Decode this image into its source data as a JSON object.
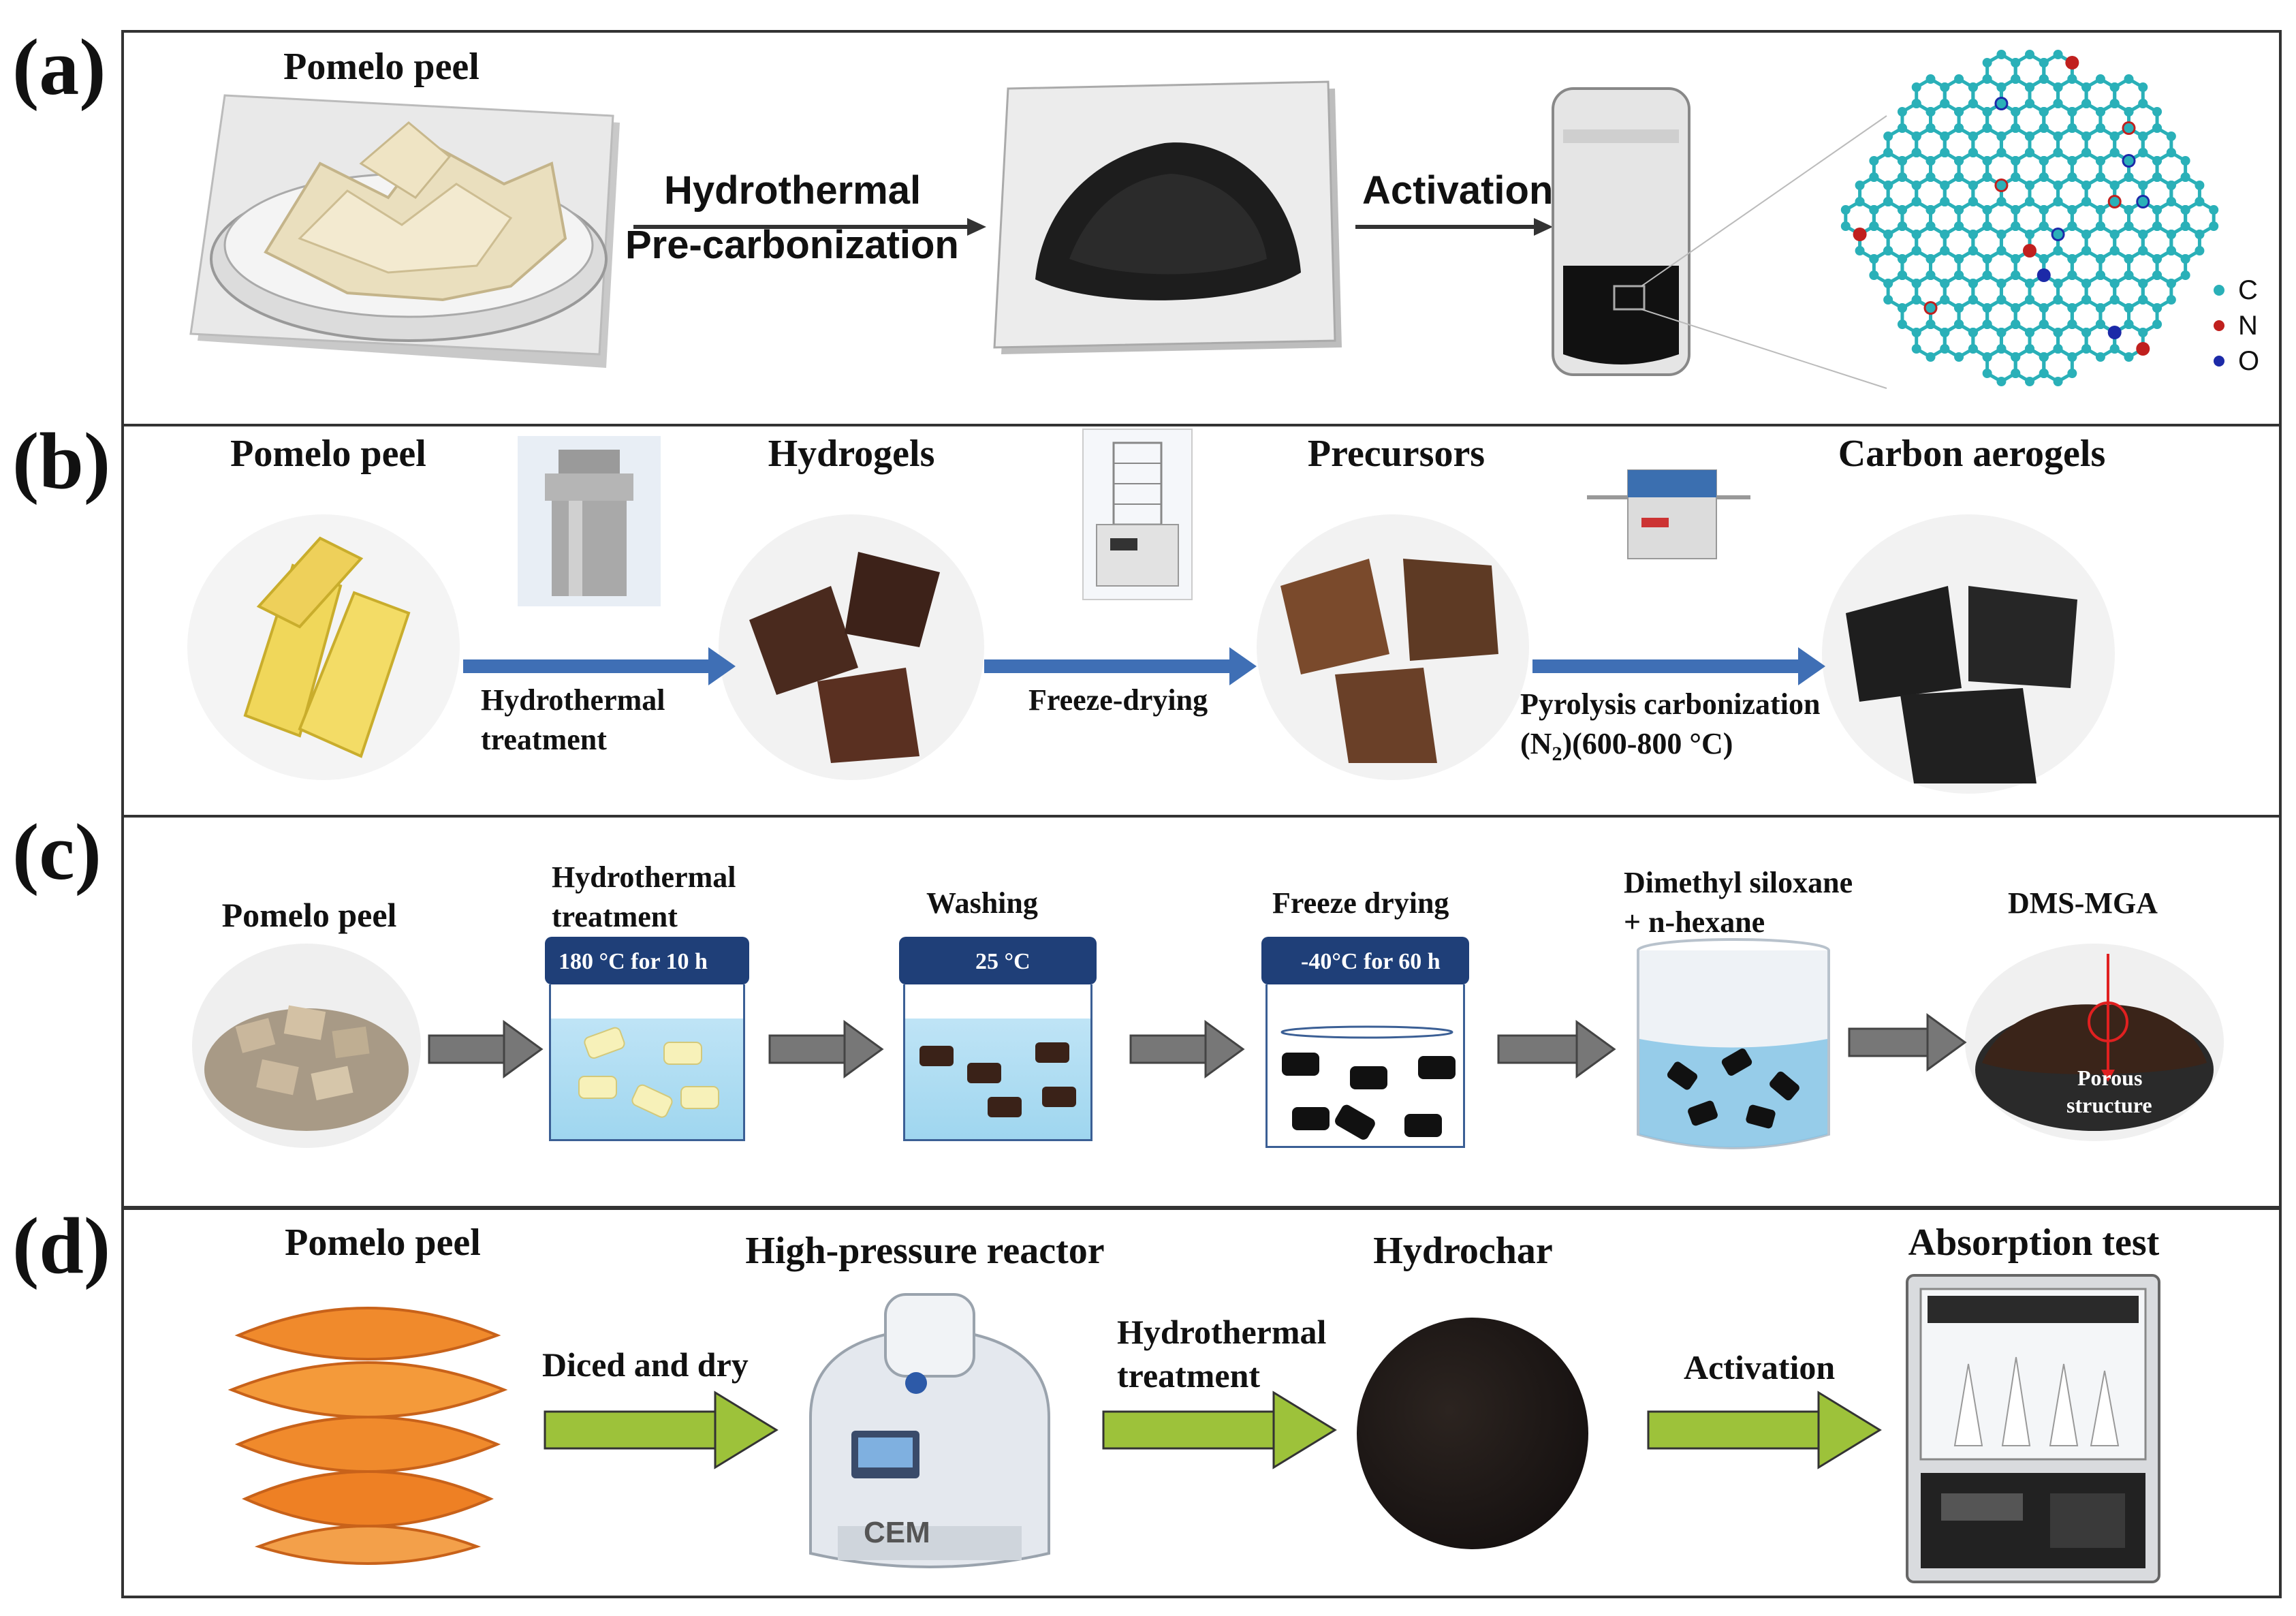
{
  "panels": {
    "a": {
      "label": "(a)",
      "pomelo_title": "Pomelo peel",
      "arrow1_line1": "Hydrothermal",
      "arrow1_line2": "Pre-carbonization",
      "arrow2_label": "Activation",
      "legend": [
        {
          "symbol": "C",
          "color": "#2ab0b8"
        },
        {
          "symbol": "N",
          "color": "#c0201e"
        },
        {
          "symbol": "O",
          "color": "#1c2aa8"
        }
      ]
    },
    "b": {
      "label": "(b)",
      "titles": [
        "Pomelo peel",
        "Hydrogels",
        "Precursors",
        "Carbon aerogels"
      ],
      "step1_line1": "Hydrothermal",
      "step1_line2": "treatment",
      "step2": "Freeze-drying",
      "step3_line1": "Pyrolysis carbonization",
      "step3_line2_a": "(N",
      "step3_line2_sub": "2",
      "step3_line2_b": ")(600-800 °C)"
    },
    "c": {
      "label": "(c)",
      "pomelo_title": "Pomelo peel",
      "hydro_line1": "Hydrothermal",
      "hydro_line2": "treatment",
      "hydro_lid": "180 °C  for 10 h",
      "washing": "Washing",
      "washing_lid": "25 °C",
      "freeze": "Freeze drying",
      "freeze_lid": "-40°C  for 60 h",
      "dms_line1": "Dimethyl siloxane",
      "dms_line2": "+ n-hexane",
      "product": "DMS-MGA",
      "porous_line1": "Porous",
      "porous_line2": "structure"
    },
    "d": {
      "label": "(d)",
      "titles": [
        "Pomelo peel",
        "High-pressure reactor",
        "Hydrochar",
        "Absorption test"
      ],
      "step1": "Diced and dry",
      "step2_line1": "Hydrothermal",
      "step2_line2": "treatment",
      "step3": "Activation",
      "reactor_brand": "CEM"
    }
  }
}
